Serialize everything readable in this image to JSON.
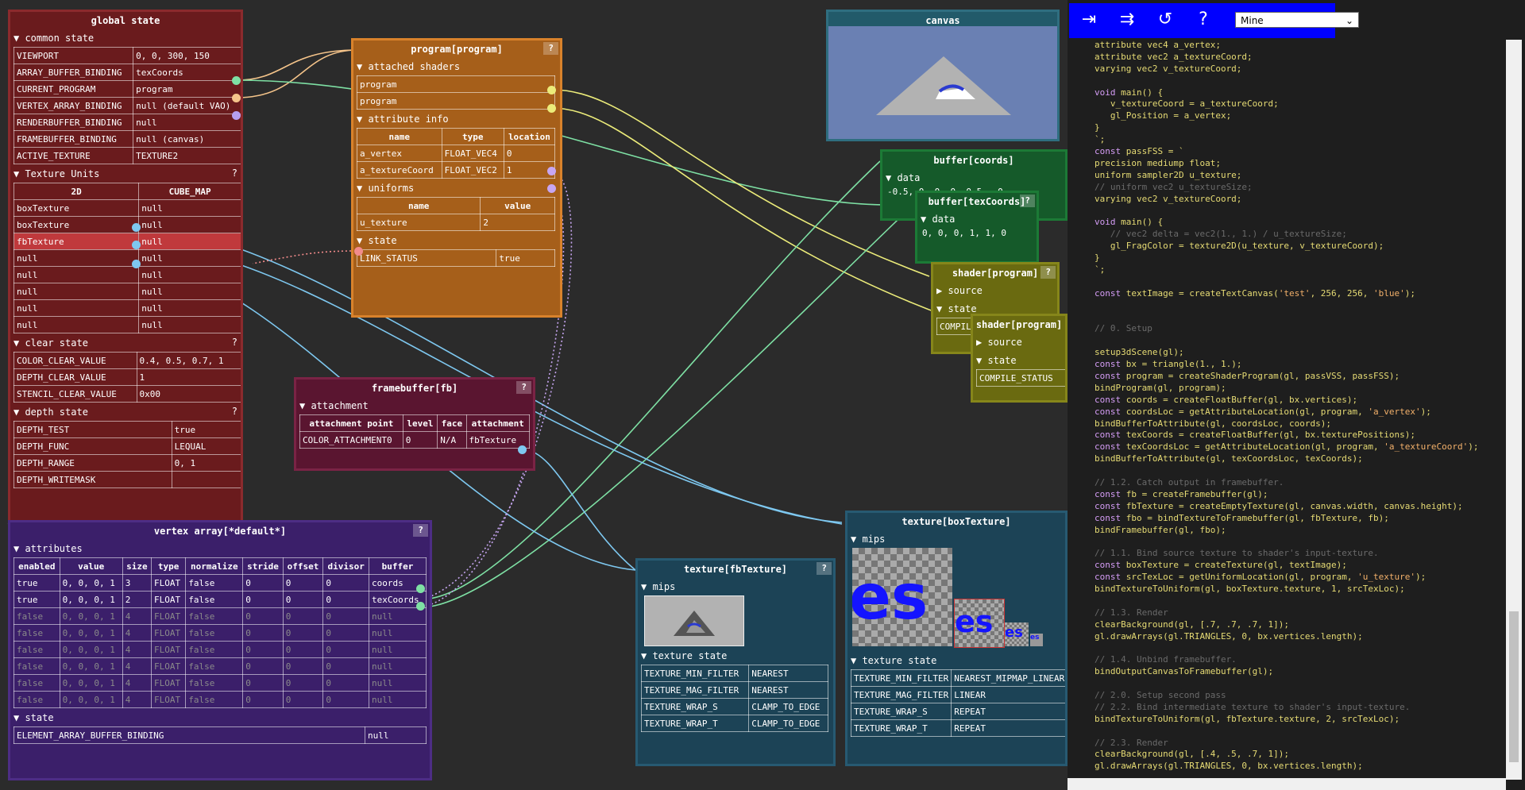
{
  "global_state": {
    "title": "global state",
    "common_state": {
      "label": "common state",
      "rows": [
        [
          "VIEWPORT",
          "0, 0, 300, 150"
        ],
        [
          "ARRAY_BUFFER_BINDING",
          "texCoords"
        ],
        [
          "CURRENT_PROGRAM",
          "program"
        ],
        [
          "VERTEX_ARRAY_BINDING",
          "null (default VAO)"
        ],
        [
          "RENDERBUFFER_BINDING",
          "null"
        ],
        [
          "FRAMEBUFFER_BINDING",
          "null (canvas)"
        ],
        [
          "ACTIVE_TEXTURE",
          "TEXTURE2"
        ]
      ]
    },
    "texture_units": {
      "label": "Texture Units",
      "help": "?",
      "headers": [
        "2D",
        "CUBE_MAP"
      ],
      "rows": [
        [
          "boxTexture",
          "null"
        ],
        [
          "boxTexture",
          "null"
        ],
        [
          "fbTexture",
          "null"
        ],
        [
          "null",
          "null"
        ],
        [
          "null",
          "null"
        ],
        [
          "null",
          "null"
        ],
        [
          "null",
          "null"
        ],
        [
          "null",
          "null"
        ]
      ]
    },
    "clear_state": {
      "label": "clear state",
      "help": "?",
      "rows": [
        [
          "COLOR_CLEAR_VALUE",
          "0.4, 0.5, 0.7, 1"
        ],
        [
          "DEPTH_CLEAR_VALUE",
          "1"
        ],
        [
          "STENCIL_CLEAR_VALUE",
          "0x00"
        ]
      ]
    },
    "depth_state": {
      "label": "depth state",
      "help": "?",
      "rows": [
        [
          "DEPTH_TEST",
          "true"
        ],
        [
          "DEPTH_FUNC",
          "LEQUAL"
        ],
        [
          "DEPTH_RANGE",
          "0, 1"
        ],
        [
          "DEPTH_WRITEMASK",
          ""
        ]
      ]
    }
  },
  "program_panel": {
    "title": "program[program]",
    "help": "?",
    "attached_label": "attached shaders",
    "attached": [
      "program",
      "program"
    ],
    "attr_label": "attribute info",
    "attr_headers": [
      "name",
      "type",
      "location"
    ],
    "attrs": [
      [
        "a_vertex",
        "FLOAT_VEC4",
        "0"
      ],
      [
        "a_textureCoord",
        "FLOAT_VEC2",
        "1"
      ]
    ],
    "uniforms_label": "uniforms",
    "uniform_headers": [
      "name",
      "value"
    ],
    "uniforms": [
      [
        "u_texture",
        "2"
      ]
    ],
    "state_label": "state",
    "state": [
      [
        "LINK_STATUS",
        "true"
      ]
    ]
  },
  "framebuffer_panel": {
    "title": "framebuffer[fb]",
    "help": "?",
    "attachment_label": "attachment",
    "headers": [
      "attachment point",
      "level",
      "face",
      "attachment"
    ],
    "rows": [
      [
        "COLOR_ATTACHMENT0",
        "0",
        "N/A",
        "fbTexture"
      ]
    ]
  },
  "vao_panel": {
    "title": "vertex array[*default*]",
    "help": "?",
    "attributes_label": "attributes",
    "headers": [
      "enabled",
      "value",
      "size",
      "type",
      "normalize",
      "stride",
      "offset",
      "divisor",
      "buffer"
    ],
    "rows": [
      [
        "true",
        "0, 0, 0, 1",
        "3",
        "FLOAT",
        "false",
        "0",
        "0",
        "0",
        "coords"
      ],
      [
        "true",
        "0, 0, 0, 1",
        "2",
        "FLOAT",
        "false",
        "0",
        "0",
        "0",
        "texCoords"
      ],
      [
        "false",
        "0, 0, 0, 1",
        "4",
        "FLOAT",
        "false",
        "0",
        "0",
        "0",
        "null"
      ],
      [
        "false",
        "0, 0, 0, 1",
        "4",
        "FLOAT",
        "false",
        "0",
        "0",
        "0",
        "null"
      ],
      [
        "false",
        "0, 0, 0, 1",
        "4",
        "FLOAT",
        "false",
        "0",
        "0",
        "0",
        "null"
      ],
      [
        "false",
        "0, 0, 0, 1",
        "4",
        "FLOAT",
        "false",
        "0",
        "0",
        "0",
        "null"
      ],
      [
        "false",
        "0, 0, 0, 1",
        "4",
        "FLOAT",
        "false",
        "0",
        "0",
        "0",
        "null"
      ],
      [
        "false",
        "0, 0, 0, 1",
        "4",
        "FLOAT",
        "false",
        "0",
        "0",
        "0",
        "null"
      ]
    ],
    "state_label": "state",
    "state": [
      [
        "ELEMENT_ARRAY_BUFFER_BINDING",
        "null"
      ]
    ]
  },
  "canvas_panel": {
    "title": "canvas"
  },
  "buffer_coords": {
    "title": "buffer[coords]",
    "data_label": "data",
    "data": "-0.5, 0, 0, 0, 0.5, -0"
  },
  "buffer_texcoords": {
    "title": "buffer[texCoords]",
    "help": "?",
    "data_label": "data",
    "data": "0, 0, 0, 1, 1, 0"
  },
  "shader1": {
    "title": "shader[program]",
    "help": "?",
    "source_label": "source",
    "state_label": "state",
    "state": [
      [
        "COMPILE_STATUS",
        "true"
      ]
    ]
  },
  "shader2": {
    "title": "shader[program]",
    "source_label": "source",
    "state_label": "state",
    "state": [
      [
        "COMPILE_STATUS",
        "true"
      ]
    ]
  },
  "tex_fb": {
    "title": "texture[fbTexture]",
    "help": "?",
    "mips_label": "mips",
    "state_label": "texture state",
    "state": [
      [
        "TEXTURE_MIN_FILTER",
        "NEAREST"
      ],
      [
        "TEXTURE_MAG_FILTER",
        "NEAREST"
      ],
      [
        "TEXTURE_WRAP_S",
        "CLAMP_TO_EDGE"
      ],
      [
        "TEXTURE_WRAP_T",
        "CLAMP_TO_EDGE"
      ]
    ]
  },
  "tex_box": {
    "title": "texture[boxTexture]",
    "mips_label": "mips",
    "mip_text": [
      "es",
      "es",
      "es",
      "es"
    ],
    "state_label": "texture state",
    "state": [
      [
        "TEXTURE_MIN_FILTER",
        "NEAREST_MIPMAP_LINEAR"
      ],
      [
        "TEXTURE_MAG_FILTER",
        "LINEAR"
      ],
      [
        "TEXTURE_WRAP_S",
        "REPEAT"
      ],
      [
        "TEXTURE_WRAP_T",
        "REPEAT"
      ]
    ]
  },
  "toolbar": {
    "buttons": [
      "⇥",
      "⇉",
      "↺",
      "?"
    ],
    "select_value": "Mine"
  },
  "code_lines": [
    "attribute vec4 a_vertex;",
    "attribute vec2 a_textureCoord;",
    "varying vec2 v_textureCoord;",
    "",
    "void main() {",
    "   v_textureCoord = a_textureCoord;",
    "   gl_Position = a_vertex;",
    "}",
    "`;",
    "const passFSS = `",
    "precision mediump float;",
    "uniform sampler2D u_texture;",
    "// uniform vec2 u_textureSize;",
    "varying vec2 v_textureCoord;",
    "",
    "void main() {",
    "   // vec2 delta = vec2(1., 1.) / u_textureSize;",
    "   gl_FragColor = texture2D(u_texture, v_textureCoord);",
    "}",
    "`;",
    "",
    "const textImage = createTextCanvas('test', 256, 256, 'blue');",
    "",
    "",
    "// 0. Setup",
    "",
    "setup3dScene(gl);",
    "const bx = triangle(1., 1.);",
    "const program = createShaderProgram(gl, passVSS, passFSS);",
    "bindProgram(gl, program);",
    "const coords = createFloatBuffer(gl, bx.vertices);",
    "const coordsLoc = getAttributeLocation(gl, program, 'a_vertex');",
    "bindBufferToAttribute(gl, coordsLoc, coords);",
    "const texCoords = createFloatBuffer(gl, bx.texturePositions);",
    "const texCoordsLoc = getAttributeLocation(gl, program, 'a_textureCoord');",
    "bindBufferToAttribute(gl, texCoordsLoc, texCoords);",
    "",
    "// 1.2. Catch output in framebuffer.",
    "const fb = createFramebuffer(gl);",
    "const fbTexture = createEmptyTexture(gl, canvas.width, canvas.height);",
    "const fbo = bindTextureToFramebuffer(gl, fbTexture, fb);",
    "bindFramebuffer(gl, fbo);",
    "",
    "// 1.1. Bind source texture to shader's input-texture.",
    "const boxTexture = createTexture(gl, textImage);",
    "const srcTexLoc = getUniformLocation(gl, program, 'u_texture');",
    "bindTextureToUniform(gl, boxTexture.texture, 1, srcTexLoc);",
    "",
    "// 1.3. Render",
    "clearBackground(gl, [.7, .7, .7, 1]);",
    "gl.drawArrays(gl.TRIANGLES, 0, bx.vertices.length);",
    "",
    "// 1.4. Unbind framebuffer.",
    "bindOutputCanvasToFramebuffer(gl);",
    "",
    "// 2.0. Setup second pass",
    "// 2.2. Bind intermediate texture to shader's input-texture.",
    "bindTextureToUniform(gl, fbTexture.texture, 2, srcTexLoc);",
    "",
    "// 2.3. Render",
    "clearBackground(gl, [.4, .5, .7, 1]);",
    "gl.drawArrays(gl.TRIANGLES, 0, bx.vertices.length);"
  ]
}
